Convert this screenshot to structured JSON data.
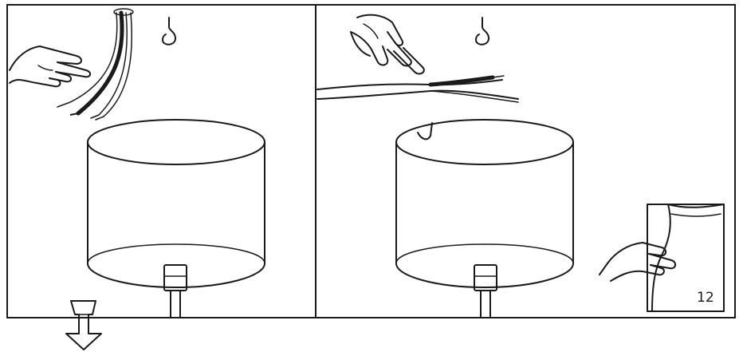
{
  "diagram": {
    "panels": [
      {
        "name": "step-disconnect-wires"
      },
      {
        "name": "step-wires-free"
      }
    ],
    "reference_page": {
      "number": "12"
    },
    "direction": "down"
  }
}
